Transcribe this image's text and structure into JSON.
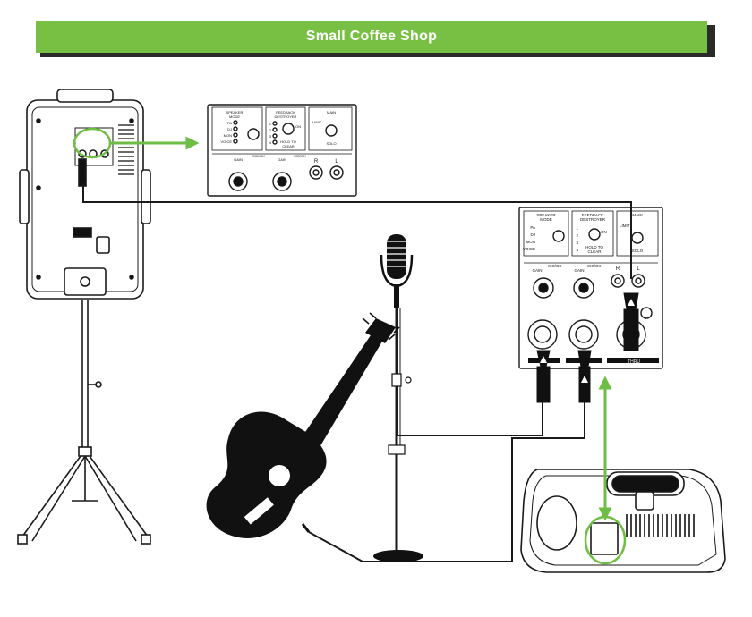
{
  "header": {
    "title": "Small Coffee Shop"
  },
  "colors": {
    "banner": "#77c043",
    "arrow": "#6ebd44",
    "line": "#1a1a1a",
    "silhouette": "#111111"
  },
  "panel": {
    "speaker_mode": [
      "SPEAKER",
      "MODE"
    ],
    "mode_options": [
      "PA",
      "DJ",
      "MON",
      "VOICE"
    ],
    "feedback": [
      "FEEDBACK",
      "DESTROYER"
    ],
    "feedback_options": [
      "1",
      "2",
      "3",
      "4"
    ],
    "on": "ON",
    "hold_to_clear": [
      "HOLD TO",
      "CLEAR"
    ],
    "main": "MAIN",
    "limit": "LIMIT",
    "solo": "SOLO",
    "sig_ok": "SIG/OK",
    "gain": "GAIN",
    "right": "R",
    "left": "L",
    "through": "THRU"
  }
}
